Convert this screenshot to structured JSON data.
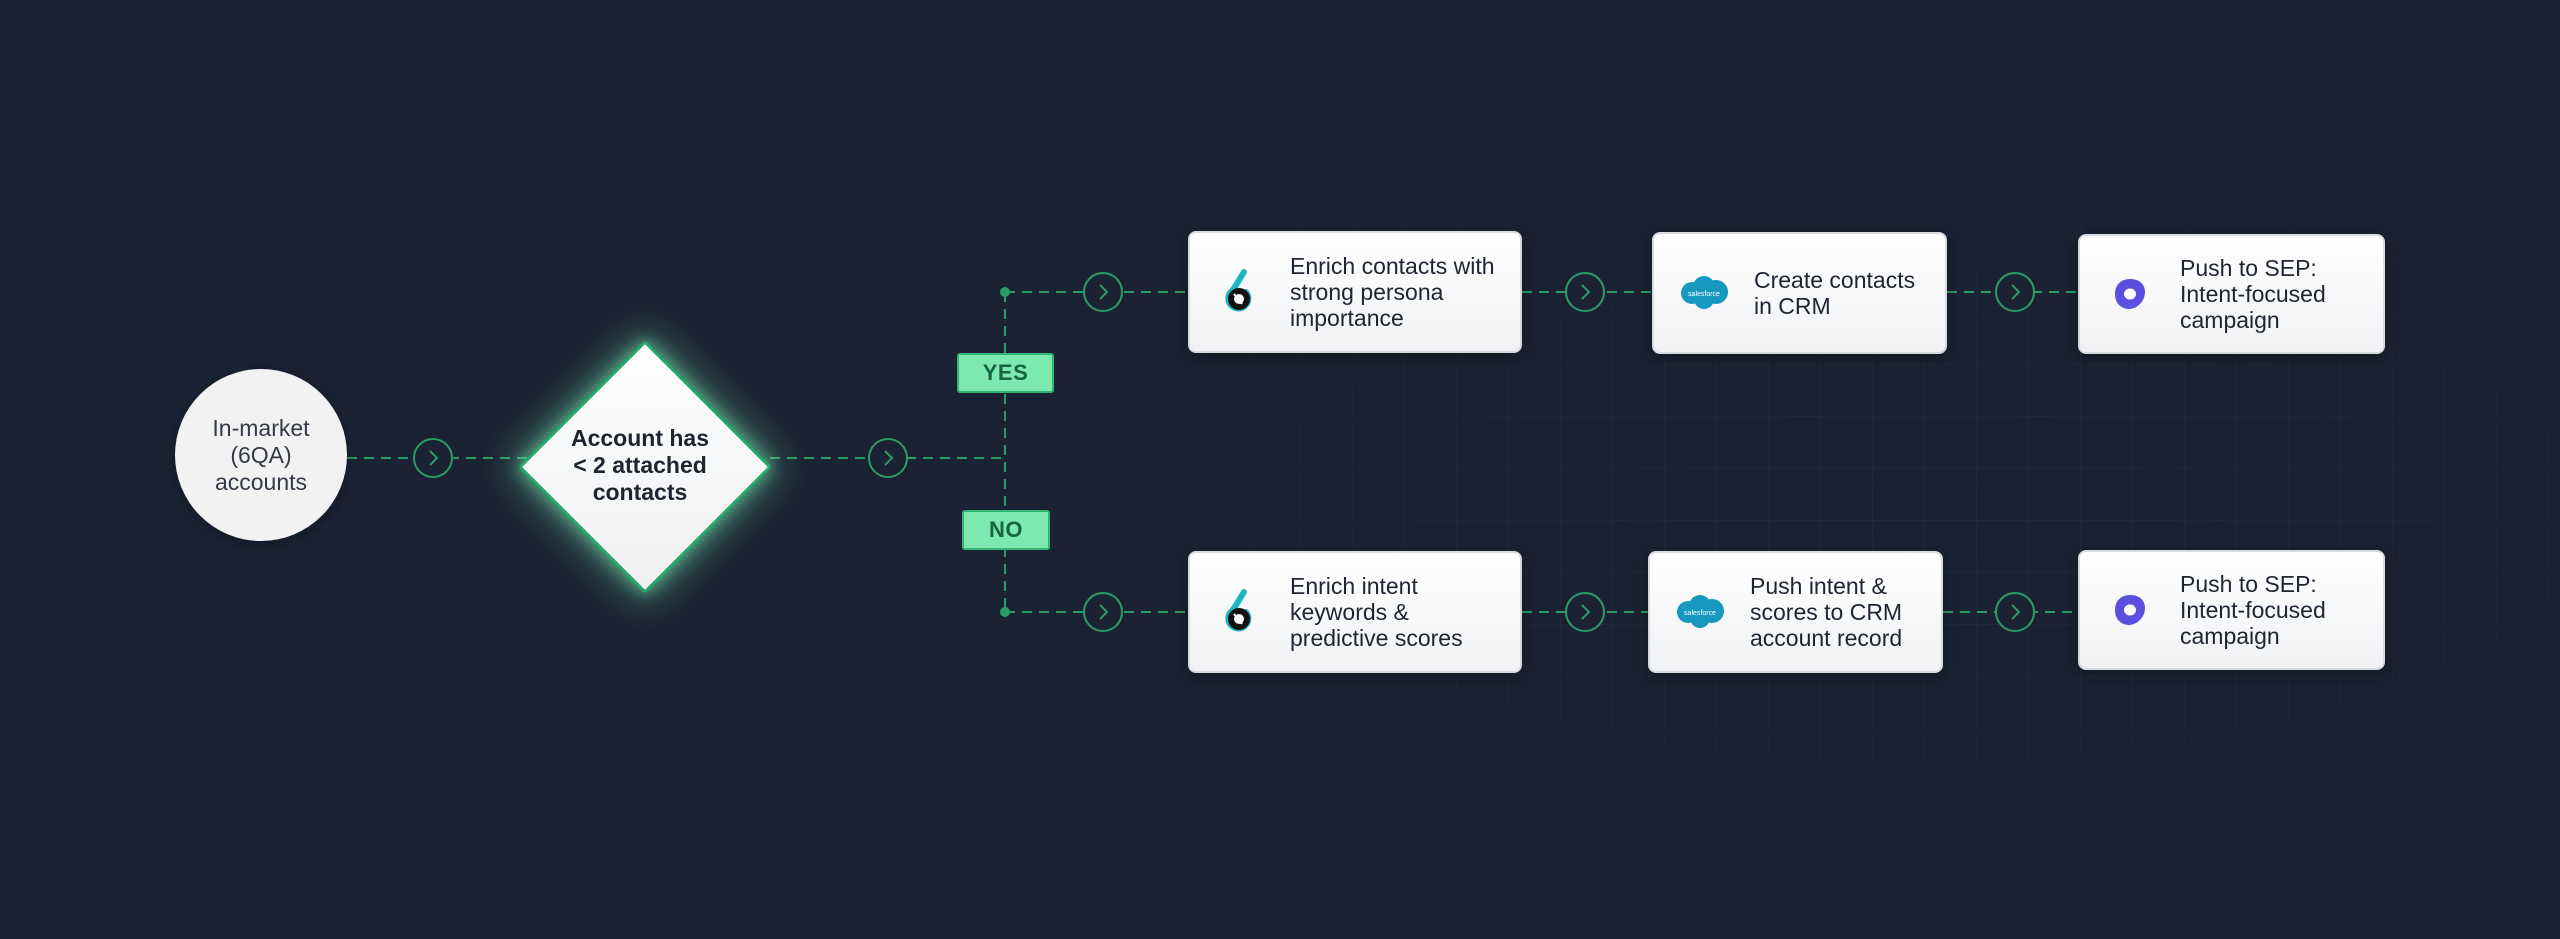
{
  "start_node": {
    "label": "In-market\n(6QA)\naccounts"
  },
  "decision": {
    "label": "Account has\n< 2 attached\ncontacts"
  },
  "branches": {
    "yes_label": "YES",
    "no_label": "NO"
  },
  "yes_path": [
    {
      "label": "Enrich contacts with\nstrong persona\nimportance",
      "icon": "6sense-logo-icon"
    },
    {
      "label": "Create contacts\nin CRM",
      "icon": "salesforce-logo-icon"
    },
    {
      "label": "Push to SEP:\nIntent-focused\ncampaign",
      "icon": "outreach-logo-icon"
    }
  ],
  "no_path": [
    {
      "label": "Enrich intent\nkeywords &\npredictive scores",
      "icon": "6sense-logo-icon"
    },
    {
      "label": "Push intent &\nscores to CRM\naccount record",
      "icon": "salesforce-logo-icon"
    },
    {
      "label": "Push to SEP:\nIntent-focused\ncampaign",
      "icon": "outreach-logo-icon"
    }
  ],
  "logos": {
    "salesforce_text": "salesforce"
  },
  "colors": {
    "background": "#1a2233",
    "connector": "#2a9d66",
    "tag_fill": "#7ee8b1",
    "decision_glow": "#78e6aa"
  },
  "connector_icon": "chevron-right-icon"
}
